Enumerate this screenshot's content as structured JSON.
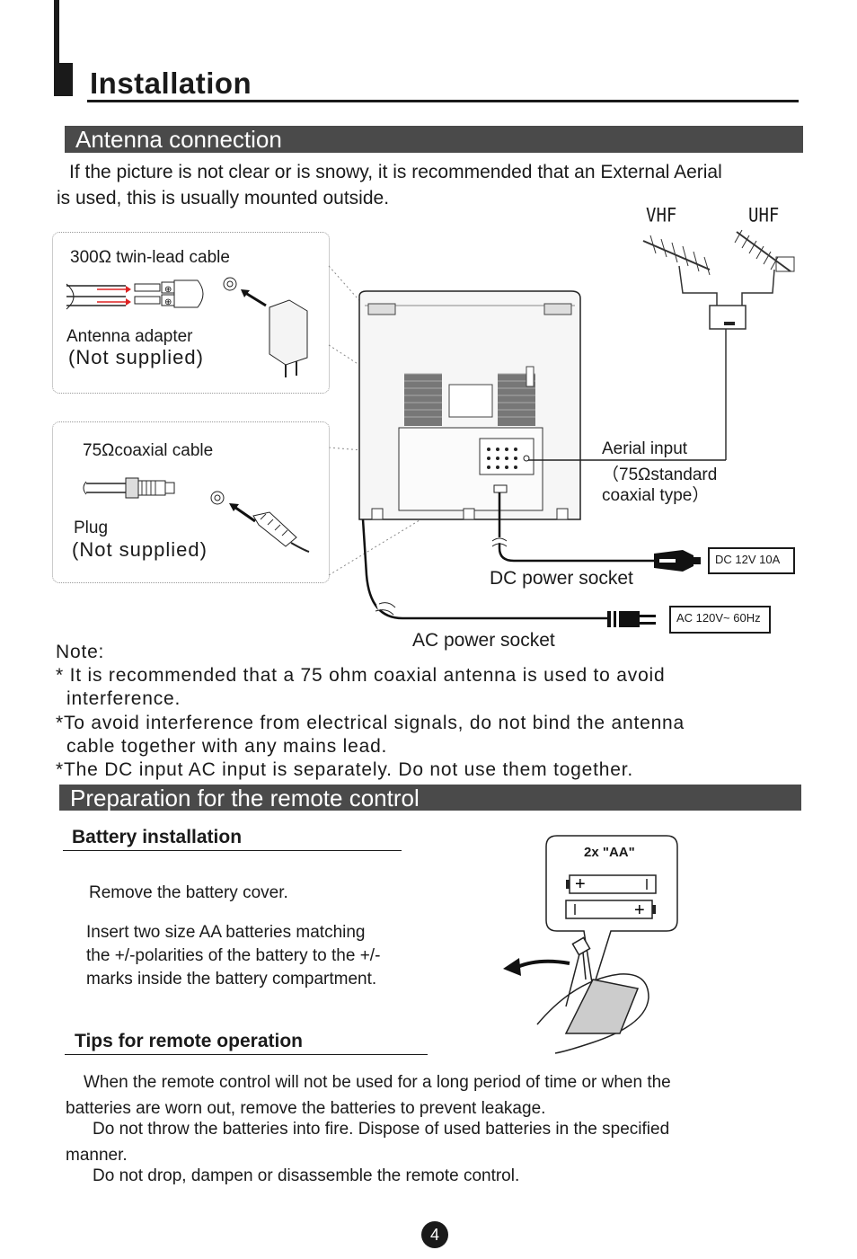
{
  "page": {
    "title": "Installation",
    "page_number": "4"
  },
  "antenna": {
    "section_title": "Antenna connection",
    "intro_line1": "If the picture is not clear or is snowy, it is recommended that an External Aerial",
    "intro_line2": "is used, this is usually mounted outside.",
    "vhf_label": "VHF",
    "uhf_label": "UHF",
    "twin_lead_label": "300Ω twin-lead cable",
    "antenna_adapter_label": "Antenna adapter",
    "not_supplied_1": "(Not supplied)",
    "coaxial_label": "75Ωcoaxial cable",
    "plug_label": "Plug",
    "not_supplied_2": "(Not supplied)",
    "aerial_input_line1": "Aerial input",
    "aerial_input_line2": "（75Ωstandard",
    "aerial_input_line3": "coaxial type）",
    "dc_rating": "DC 12V  10A",
    "dc_socket_label": "DC power socket",
    "ac_rating": "AC 120V~  60Hz",
    "ac_socket_label": "AC power socket"
  },
  "notes": {
    "heading": "Note:",
    "line1": "* It is recommended that a 75 ohm coaxial antenna is used to avoid",
    "line2": "interference.",
    "line3": "*To avoid interference from electrical signals, do not bind the antenna",
    "line4": "cable together with any mains lead.",
    "line5": "*The DC input  AC input is separately. Do not use them together."
  },
  "remote": {
    "section_title": "Preparation for the remote control",
    "battery_heading": "Battery installation",
    "step1": "Remove the battery cover.",
    "step2_line1": "Insert two size AA batteries matching",
    "step2_line2": "the +/-polarities of the battery to the +/-",
    "step2_line3": "marks inside the battery compartment.",
    "battery_callout": "2x \"AA\"",
    "tips_heading": "Tips for remote operation",
    "tip1_line1": "When the remote control will not be used for a long period of time or when the",
    "tip1_line2": "batteries are worn out, remove the batteries to prevent leakage.",
    "tip2_line1": "Do not throw the batteries into fire. Dispose of used batteries in the specified",
    "tip2_line2": "manner.",
    "tip3": "Do not drop, dampen or disassemble the remote control."
  }
}
